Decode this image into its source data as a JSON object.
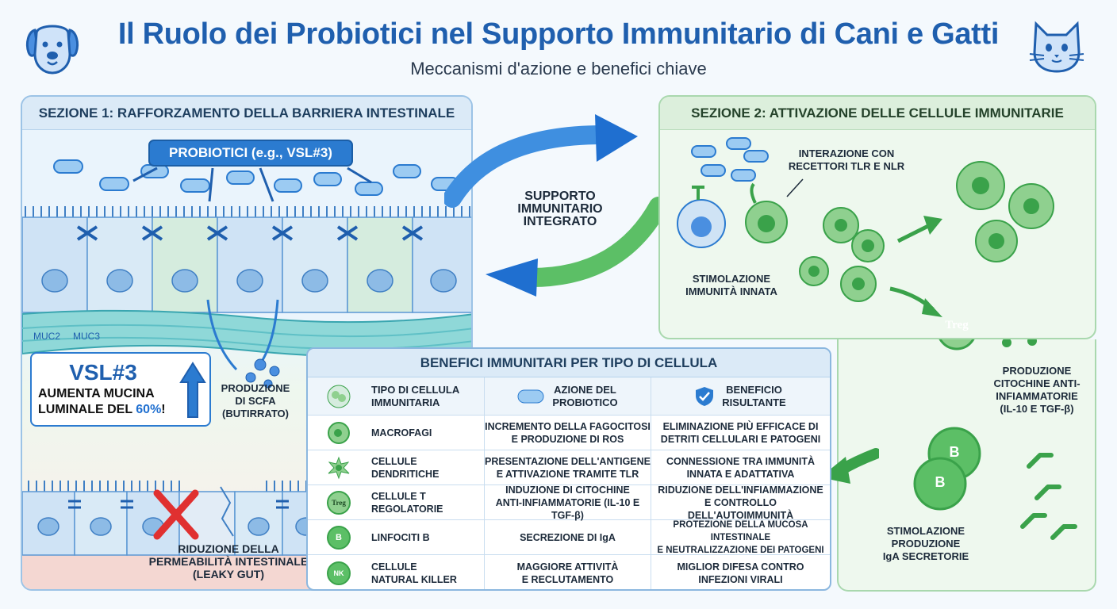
{
  "header": {
    "title": "Il Ruolo dei Probiotici nel Supporto Immunitario di Cani e Gatti",
    "subtitle": "Meccanismi d'azione e benefici chiave"
  },
  "section1": {
    "title": "SEZIONE 1: RAFFORZAMENTO DELLA BARRIERA INTESTINALE",
    "probiotics_label": "PROBIOTICI (e.g., VSL#3)",
    "muc2": "MUC2",
    "muc3": "MUC3",
    "vsl": {
      "title": "VSL#3",
      "line1": "AUMENTA MUCINA",
      "line2_prefix": "LUMINALE DEL ",
      "pct": "60%",
      "line2_suffix": "!"
    },
    "scfa": [
      "PRODUZIONE",
      "DI SCFA",
      "(BUTIRRATO)"
    ],
    "leaky": [
      "RIDUZIONE DELLA",
      "PERMEABILITÀ INTESTINALE",
      "(LEAKY GUT)"
    ]
  },
  "center": {
    "label": [
      "SUPPORTO",
      "IMMUNITARIO",
      "INTEGRATO"
    ]
  },
  "section2": {
    "title": "SEZIONE 2: ATTIVAZIONE DELLE CELLULE IMMUNITARIE",
    "tlr": [
      "INTERAZIONE CON",
      "RECETTORI TLR E NLR"
    ],
    "innate": [
      "STIMOLAZIONE",
      "IMMUNITÀ INNATA"
    ],
    "treg": "Treg",
    "cytokines": [
      "PRODUZIONE",
      "CITOCHINE ANTI-",
      "INFIAMMATORIE",
      "(IL-10 E TGF-β)"
    ],
    "b_cell": "B",
    "iga": [
      "STIMOLAZIONE",
      "PRODUZIONE",
      "IgA SECRETORIE"
    ]
  },
  "table": {
    "title": "BENEFICI IMMUNITARI PER TIPO DI CELLULA",
    "headers": [
      [
        "TIPO DI CELLULA",
        "IMMUNITARIA"
      ],
      [
        "AZIONE DEL",
        "PROBIOTICO"
      ],
      [
        "BENEFICIO",
        "RISULTANTE"
      ]
    ],
    "rows": [
      {
        "cell": [
          "MACROFAGI"
        ],
        "action": [
          "INCREMENTO DELLA FAGOCITOSI",
          "E PRODUZIONE DI ROS"
        ],
        "benefit": [
          "ELIMINAZIONE PIÙ EFFICACE DI",
          "DETRITI CELLULARI E PATOGENI"
        ]
      },
      {
        "cell": [
          "CELLULE",
          "DENDRITICHE"
        ],
        "action": [
          "PRESENTAZIONE DELL'ANTIGENE",
          "E ATTIVAZIONE TRAMITE TLR"
        ],
        "benefit": [
          "CONNESSIONE TRA IMMUNITÀ",
          "INNATA E ADATTATIVA"
        ]
      },
      {
        "cell": [
          "CELLULE T",
          "REGOLATORIE"
        ],
        "action": [
          "INDUZIONE DI CITOCHINE",
          "ANTI-INFIAMMATORIE (IL-10 E TGF-β)"
        ],
        "benefit": [
          "RIDUZIONE DELL'INFIAMMAZIONE",
          "E CONTROLLO DELL'AUTOIMMUNITÀ"
        ]
      },
      {
        "cell": [
          "LINFOCITI B"
        ],
        "action": [
          "SECREZIONE DI IgA"
        ],
        "benefit": [
          "PROTEZIONE DELLA MUCOSA INTESTINALE",
          "E NEUTRALIZZAZIONE DEI PATOGENI"
        ]
      },
      {
        "cell": [
          "CELLULE",
          "NATURAL KILLER"
        ],
        "action": [
          "MAGGIORE ATTIVITÀ",
          "E RECLUTAMENTO"
        ],
        "benefit": [
          "MIGLIOR DIFESA CONTRO",
          "INFEZIONI VIRALI"
        ]
      }
    ],
    "icon_labels": {
      "treg": "Treg",
      "b": "B",
      "nk": "NK"
    }
  },
  "colors": {
    "blue": "#1f5fae",
    "accent_blue": "#2b7bd0",
    "green": "#3aa24a",
    "light_green": "#8fd08f",
    "red": "#e03030"
  }
}
